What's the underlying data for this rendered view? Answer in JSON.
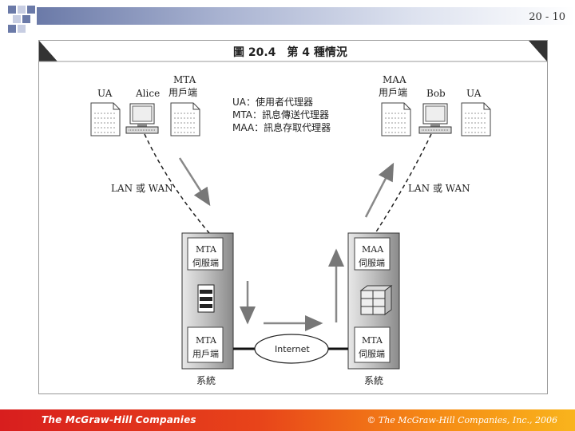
{
  "slide_number": "20 - 10",
  "figure": {
    "title": "圖 20.4　第 4 種情況",
    "left_site": {
      "ua_label": "UA",
      "user_label": "Alice",
      "mta_client_label_line1": "MTA",
      "mta_client_label_line2": "用戶端",
      "network_label": "LAN 或 WAN",
      "system_label": "系統",
      "server_box_line1": "MTA",
      "server_box_line2": "伺服端",
      "client_box_line1": "MTA",
      "client_box_line2": "用戶端"
    },
    "right_site": {
      "ua_label": "UA",
      "user_label": "Bob",
      "maa_client_label_line1": "MAA",
      "maa_client_label_line2": "用戶端",
      "network_label": "LAN 或 WAN",
      "system_label": "系統",
      "server_box_line1": "MAA",
      "server_box_line2": "伺服端",
      "bottom_box_line1": "MTA",
      "bottom_box_line2": "伺服端"
    },
    "legend": [
      "UA：使用者代理器",
      "MTA：訊息傳送代理器",
      "MAA：訊息存取代理器"
    ],
    "internet_label": "Internet"
  },
  "footer": {
    "brand": "The McGraw-Hill Companies",
    "copyright": "© The McGraw-Hill Companies, Inc., 2006"
  },
  "colors": {
    "footer_start": "#d81e1e",
    "footer_end": "#f9b41c",
    "header_gradient": "#6b7aa8"
  }
}
